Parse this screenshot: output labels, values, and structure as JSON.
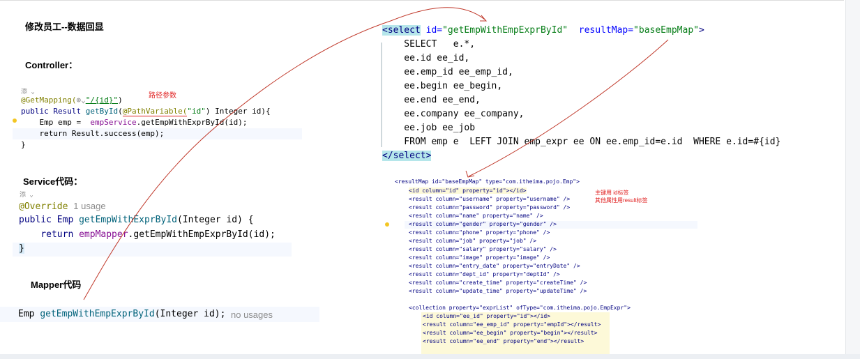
{
  "left": {
    "title": "修改员工--数据回显",
    "controller_heading": "Controller：",
    "service_heading": "Service代码：",
    "mapper_heading": "Mapper代码",
    "path_note": "路径参数",
    "controller_code": {
      "hint": "添 ⌄",
      "l1_ann": "@GetMapping(",
      "l1_str": "\"/{id}\"",
      "l1_end": ")",
      "l2_a": "public Result ",
      "l2_fn": "getById",
      "l2_b": "(",
      "l2_ann": "@PathVariable(",
      "l2_str": "\"id\"",
      "l2_c": ") Integer id){",
      "l3_a": "    Emp emp =  ",
      "l3_fld": "empService",
      "l3_b": ".getEmpWithExprById(id);",
      "l4": "    return Result.success(emp);",
      "l5": "}"
    },
    "service_code": {
      "hint": "添 ⌄",
      "l1_ann": "@Override",
      "l1_usage": "1 usage",
      "l2_a": "public Emp ",
      "l2_fn": "getEmpWithExprById",
      "l2_b": "(Integer id) {",
      "l3_a": "    return ",
      "l3_fld": "empMapper",
      "l3_b": ".getEmpWithEmpExprById(id);",
      "l4": "}"
    },
    "mapper_code": {
      "a": "Emp ",
      "fn": "getEmpWithEmpExprById",
      "b": "(Integer id);",
      "usage": "no usages"
    }
  },
  "sql": {
    "open_tag": "<select",
    "id_attr": " id=",
    "id_val": "\"getEmpWithEmpExprById\"",
    "rm_attr": "  resultMap=",
    "rm_val": "\"baseEmpMap\"",
    "open_end": ">",
    "lines": [
      "    SELECT   e.*,",
      "    ee.id ee_id,",
      "    ee.emp_id ee_emp_id,",
      "    ee.begin ee_begin,",
      "    ee.end ee_end,",
      "    ee.company ee_company,",
      "    ee.job ee_job",
      "    FROM emp e  LEFT JOIN emp_expr ee ON ee.emp_id=e.id  WHERE e.id=#{id}"
    ],
    "close_tag": "</select>"
  },
  "result_map": {
    "header": "<resultMap id=\"baseEmpMap\" type=\"com.itheima.pojo.Emp\">",
    "note_line1": "主键用 id标签",
    "note_line2": "其他属性用result标签",
    "lines": [
      "<id column=\"id\" property=\"id\"></id>",
      "<result column=\"username\" property=\"username\" />",
      "<result column=\"password\" property=\"password\" />",
      "<result column=\"name\" property=\"name\" />",
      "<result column=\"gender\" property=\"gender\" />",
      "<result column=\"phone\" property=\"phone\" />",
      "<result column=\"job\" property=\"job\" />",
      "<result column=\"salary\" property=\"salary\" />",
      "<result column=\"image\" property=\"image\" />",
      "<result column=\"entry_date\" property=\"entryDate\" />",
      "<result column=\"dept_id\" property=\"deptId\" />",
      "<result column=\"create_time\" property=\"createTime\" />",
      "<result column=\"update_time\" property=\"updateTime\" />"
    ],
    "collection": "<collection property=\"exprList\" ofType=\"com.itheima.pojo.EmpExpr\">",
    "collection_lines": [
      "<id column=\"ee_id\" property=\"id\"></id>",
      "<result column=\"ee_emp_id\" property=\"empId\"></result>",
      "<result column=\"ee_begin\" property=\"begin\"></result>",
      "<result column=\"ee_end\" property=\"end\"></result>"
    ]
  },
  "colors": {
    "annotation_arrow": "#c0392b",
    "note_red": "#e02020"
  }
}
